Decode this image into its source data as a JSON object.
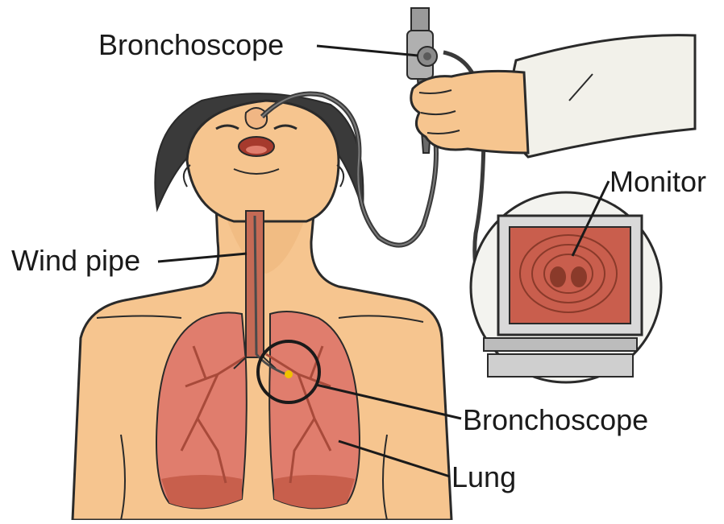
{
  "labels": {
    "bronchoscope_top": "Bronchoscope",
    "monitor": "Monitor",
    "wind_pipe": "Wind pipe",
    "bronchoscope_bottom": "Bronchoscope",
    "lung": "Lung"
  },
  "colors": {
    "skin": "#f6c58f",
    "skin_shadow": "#e9ad73",
    "hair": "#3a3a3a",
    "lung": "#e07d6d",
    "lung_dark": "#c85f4c",
    "trachea": "#b55a46",
    "coat": "#f2f1ea",
    "outline": "#2a2a2a",
    "monitor_bezel": "#d9d9d9",
    "screen": "#c95e4d"
  }
}
